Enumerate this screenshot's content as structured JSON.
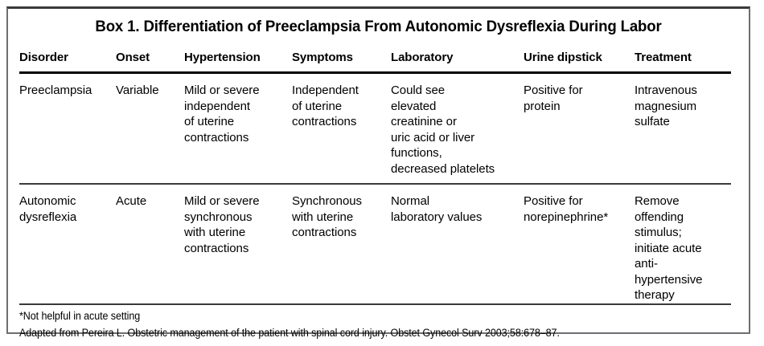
{
  "box": {
    "title": "Box 1. Differentiation of Preeclampsia From Autonomic Dysreflexia During Labor",
    "border_color": "#6d6e71",
    "rule_color": "#000000"
  },
  "table": {
    "headers": [
      "Disorder",
      "Onset",
      "Hypertension",
      "Symptoms",
      "Laboratory",
      "Urine dipstick",
      "Treatment"
    ],
    "rows": [
      {
        "id": "preeclampsia",
        "cells": [
          [
            "Preeclampsia"
          ],
          [
            "Variable"
          ],
          [
            "Mild or severe",
            "independent",
            "of uterine",
            "contractions"
          ],
          [
            "Independent",
            "of uterine",
            "contractions"
          ],
          [
            "Could see",
            "elevated",
            "creatinine or",
            "uric acid or liver",
            "functions,",
            "decreased platelets"
          ],
          [
            "Positive for",
            "protein"
          ],
          [
            "Intravenous",
            "magnesium",
            "sulfate"
          ]
        ]
      },
      {
        "id": "autonomic-dysreflexia",
        "cells": [
          [
            "Autonomic",
            "dysreflexia"
          ],
          [
            "Acute"
          ],
          [
            "Mild or severe",
            "synchronous",
            "with uterine",
            "contractions"
          ],
          [
            "Synchronous",
            "with uterine",
            "contractions"
          ],
          [
            "Normal",
            "laboratory values"
          ],
          [
            "Positive for",
            "norepinephrine*"
          ],
          [
            "Remove",
            "offending",
            "stimulus;",
            "initiate acute",
            "anti-hypertensive",
            "therapy"
          ]
        ]
      }
    ]
  },
  "footnotes": [
    "*Not helpful in acute setting",
    "Adapted from Pereira L. Obstetric management of the patient with spinal cord injury. Obstet Gynecol Surv 2003;58:678–87."
  ]
}
